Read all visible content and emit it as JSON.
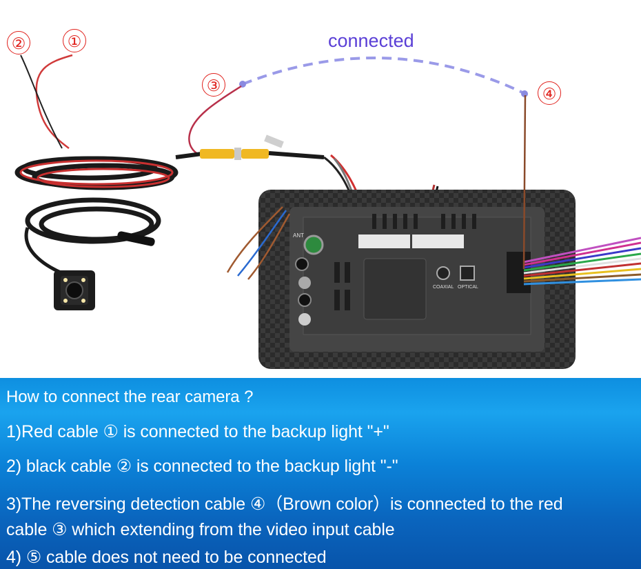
{
  "labels": {
    "one": "①",
    "two": "②",
    "three": "③",
    "four": "④",
    "connected": "connected"
  },
  "head_unit": {
    "ant_label": "ANT",
    "coaxial_label": "COAXIAL",
    "optical_label": "OPTICAL"
  },
  "instructions": {
    "title": "How to connect the rear camera ?",
    "step1": "1)Red cable ① is connected to the backup light \"+\"",
    "step2": "2) black cable ② is connected to the backup light \"-\"",
    "step3a": "3)The reversing detection cable ④（Brown color）is connected to the red",
    "step3b": "cable ③ which extending from the video input cable",
    "step4": "4) ⑤ cable does not need to be connected"
  },
  "colors": {
    "label_red": "#e0211c",
    "connected_purple": "#5a3fd6",
    "dashed_line": "#9a9ae8",
    "panel_top": "#1aa3ee",
    "panel_bottom": "#0854aa"
  }
}
